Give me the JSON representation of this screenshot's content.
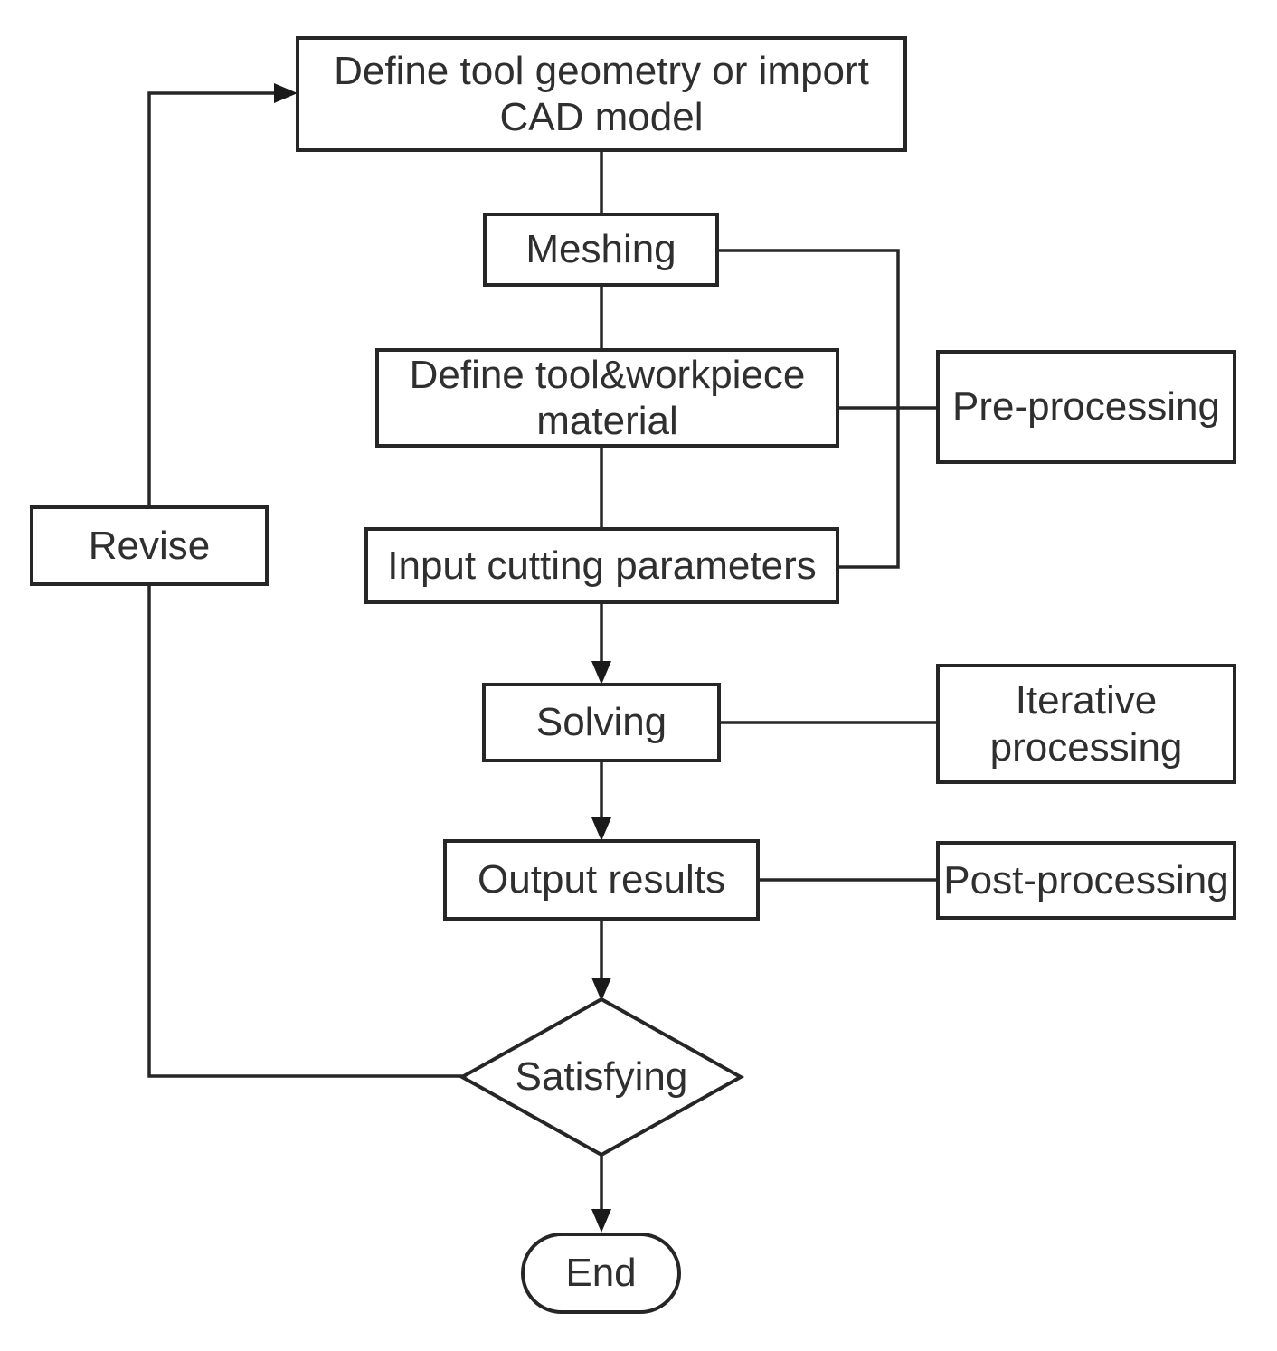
{
  "diagram": {
    "type": "flowchart",
    "nodes": {
      "define_geometry": {
        "label": "Define tool geometry or import CAD model",
        "shape": "rectangle"
      },
      "meshing": {
        "label": "Meshing",
        "shape": "rectangle"
      },
      "material": {
        "label": "Define tool&workpiece material",
        "shape": "rectangle"
      },
      "cutting_params": {
        "label": "Input cutting parameters",
        "shape": "rectangle"
      },
      "solving": {
        "label": "Solving",
        "shape": "rectangle"
      },
      "output_results": {
        "label": "Output results",
        "shape": "rectangle"
      },
      "satisfying": {
        "label": "Satisfying",
        "shape": "diamond"
      },
      "end": {
        "label": "End",
        "shape": "terminator"
      },
      "revise": {
        "label": "Revise",
        "shape": "rectangle"
      },
      "pre_processing": {
        "label": "Pre-processing",
        "shape": "rectangle"
      },
      "iterative_processing": {
        "label": "Iterative processing",
        "shape": "rectangle"
      },
      "post_processing": {
        "label": "Post-processing",
        "shape": "rectangle"
      }
    },
    "edges": [
      {
        "from": "define_geometry",
        "to": "meshing",
        "arrow": false
      },
      {
        "from": "meshing",
        "to": "material",
        "arrow": false
      },
      {
        "from": "material",
        "to": "cutting_params",
        "arrow": false
      },
      {
        "from": "cutting_params",
        "to": "solving",
        "arrow": true
      },
      {
        "from": "solving",
        "to": "output_results",
        "arrow": true
      },
      {
        "from": "output_results",
        "to": "satisfying",
        "arrow": true
      },
      {
        "from": "satisfying",
        "to": "end",
        "arrow": true
      },
      {
        "from": "satisfying",
        "to": "define_geometry",
        "arrow": true,
        "via": "revise"
      },
      {
        "from": "meshing",
        "to": "pre_processing",
        "arrow": false,
        "via": "bracket"
      },
      {
        "from": "material",
        "to": "pre_processing",
        "arrow": false,
        "via": "bracket"
      },
      {
        "from": "cutting_params",
        "to": "pre_processing",
        "arrow": false,
        "via": "bracket"
      },
      {
        "from": "solving",
        "to": "iterative_processing",
        "arrow": false
      },
      {
        "from": "output_results",
        "to": "post_processing",
        "arrow": false
      }
    ],
    "colors": {
      "line": "#262626",
      "box_border": "#262626",
      "box_background": "#ffffff",
      "text": "#2f2f2f",
      "page_background": "#ffffff"
    }
  }
}
